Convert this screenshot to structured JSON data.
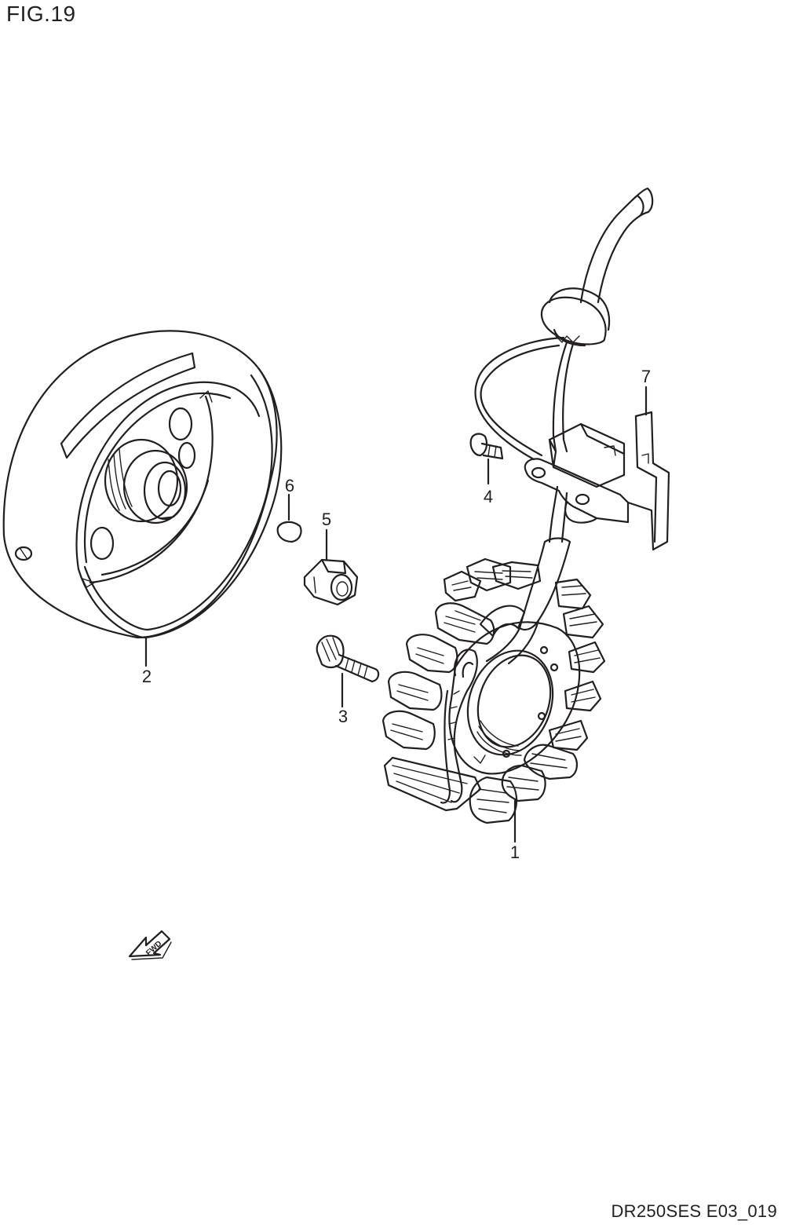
{
  "figure_title": "FIG.19",
  "document_code": "DR250SES E03_019",
  "callouts": [
    {
      "id": "1",
      "label": "1"
    },
    {
      "id": "2",
      "label": "2"
    },
    {
      "id": "3",
      "label": "3"
    },
    {
      "id": "4",
      "label": "4"
    },
    {
      "id": "5",
      "label": "5"
    },
    {
      "id": "6",
      "label": "6"
    },
    {
      "id": "7",
      "label": "7"
    }
  ],
  "direction_arrow": {
    "label": "FWD"
  }
}
